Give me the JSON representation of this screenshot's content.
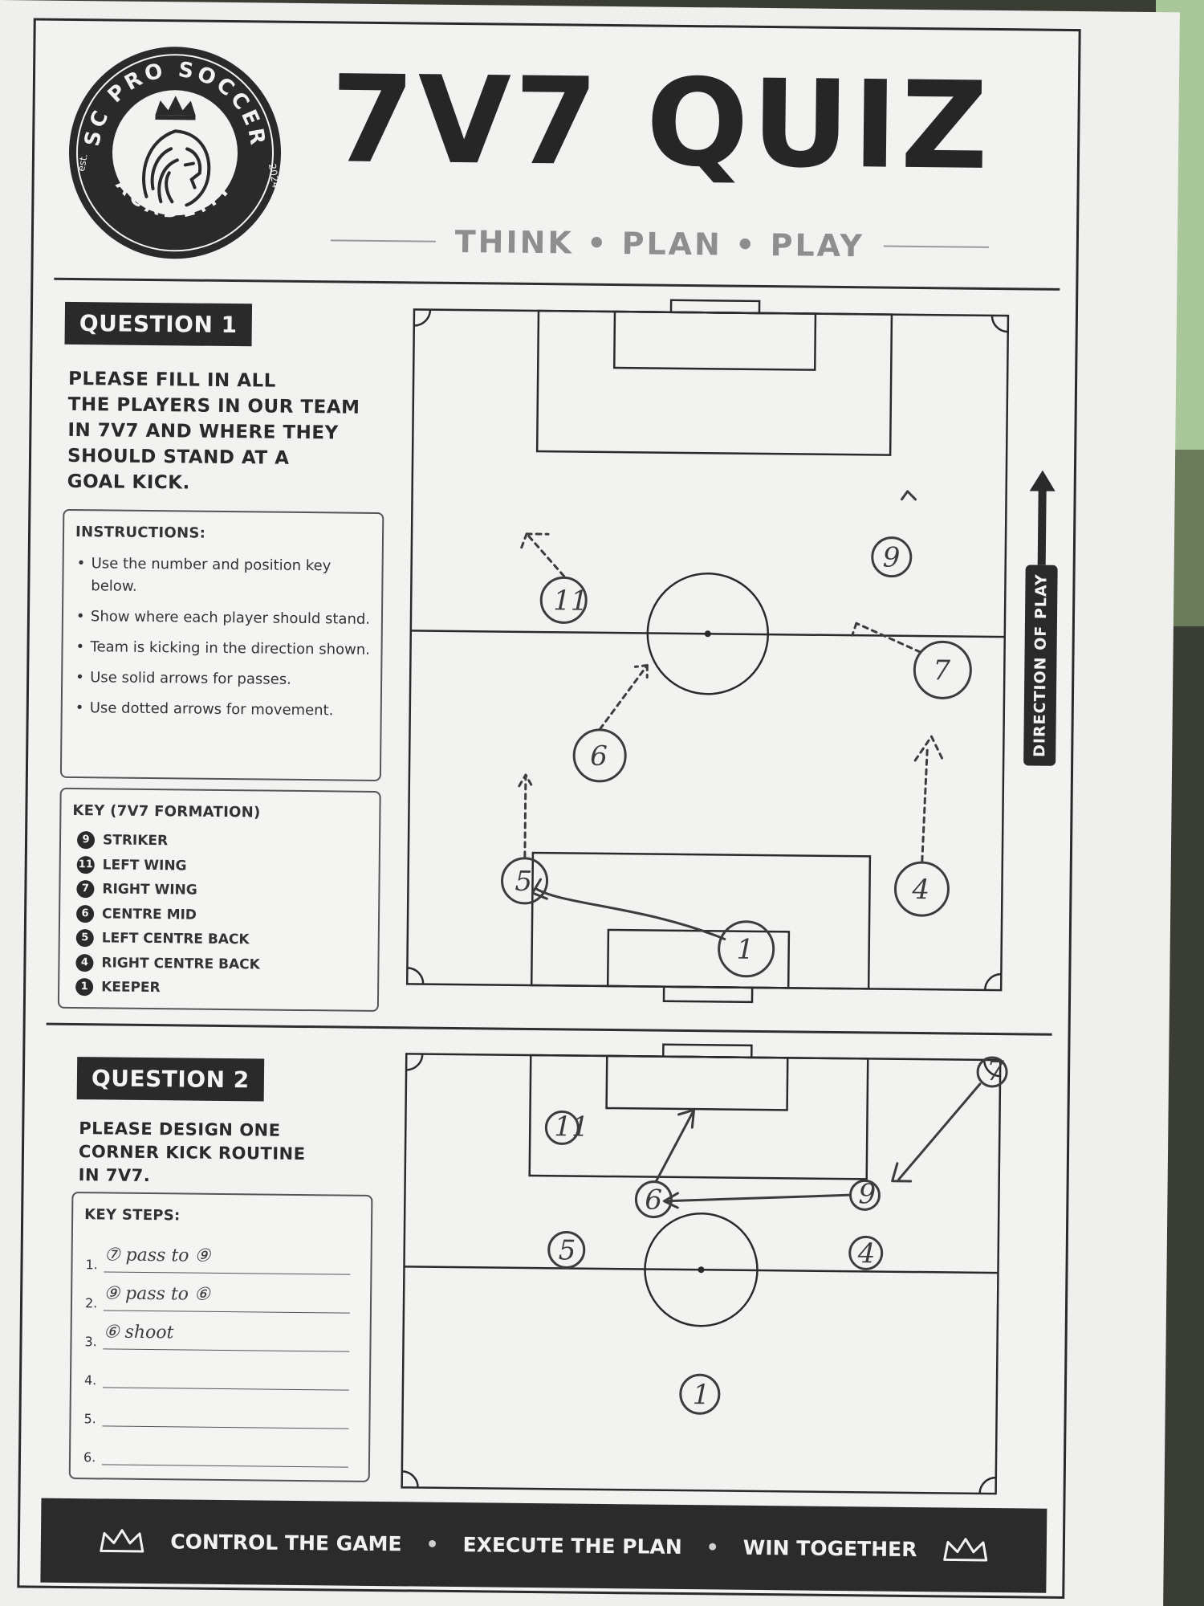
{
  "header": {
    "logo_text_top": "SC PRO SOCCER",
    "logo_text_bottom": "ACADEMY",
    "logo_est": "est.",
    "logo_year": "2024",
    "title": "7V7 QUIZ",
    "tagline": "THINK • PLAN • PLAY"
  },
  "question1": {
    "badge": "QUESTION 1",
    "prompt_lines": [
      "PLEASE FILL IN ALL",
      "THE PLAYERS IN OUR TEAM",
      "IN 7V7 AND WHERE THEY",
      "SHOULD STAND AT A",
      "GOAL KICK."
    ],
    "instructions_title": "INSTRUCTIONS:",
    "instructions": [
      "Use the number and position key below.",
      "Show where each player should stand.",
      "Team is kicking in the direction shown.",
      "Use solid arrows for passes.",
      "Use dotted arrows for movement."
    ],
    "key_title": "KEY (7V7 FORMATION)",
    "key": [
      {
        "num": "9",
        "label": "STRIKER"
      },
      {
        "num": "11",
        "label": "LEFT WING"
      },
      {
        "num": "7",
        "label": "RIGHT WING"
      },
      {
        "num": "6",
        "label": "CENTRE MID"
      },
      {
        "num": "5",
        "label": "LEFT CENTRE BACK"
      },
      {
        "num": "4",
        "label": "RIGHT CENTRE BACK"
      },
      {
        "num": "1",
        "label": "KEEPER"
      }
    ],
    "direction_label": "DIRECTION OF PLAY",
    "handwritten_players": [
      "11",
      "9",
      "7",
      "6",
      "5",
      "4",
      "1"
    ]
  },
  "question2": {
    "badge": "QUESTION 2",
    "prompt_lines": [
      "PLEASE DESIGN ONE",
      "CORNER KICK ROUTINE",
      "IN 7V7."
    ],
    "key_steps_title": "KEY STEPS:",
    "steps": [
      {
        "num": "1.",
        "answer": "⑦ pass to ⑨"
      },
      {
        "num": "2.",
        "answer": "⑨ pass to ⑥"
      },
      {
        "num": "3.",
        "answer": "⑥ shoot"
      },
      {
        "num": "4.",
        "answer": ""
      },
      {
        "num": "5.",
        "answer": ""
      },
      {
        "num": "6.",
        "answer": ""
      }
    ],
    "handwritten_players": [
      "11",
      "7",
      "6",
      "9",
      "5",
      "4",
      "1"
    ]
  },
  "footer": {
    "items": [
      "CONTROL THE GAME",
      "EXECUTE THE PLAN",
      "WIN TOGETHER"
    ],
    "separator": "•"
  },
  "colors": {
    "ink": "#2a2a2a",
    "paper": "#f2f2f0",
    "pencil": "#3c3c3c",
    "tagline": "#8e8e8e"
  }
}
